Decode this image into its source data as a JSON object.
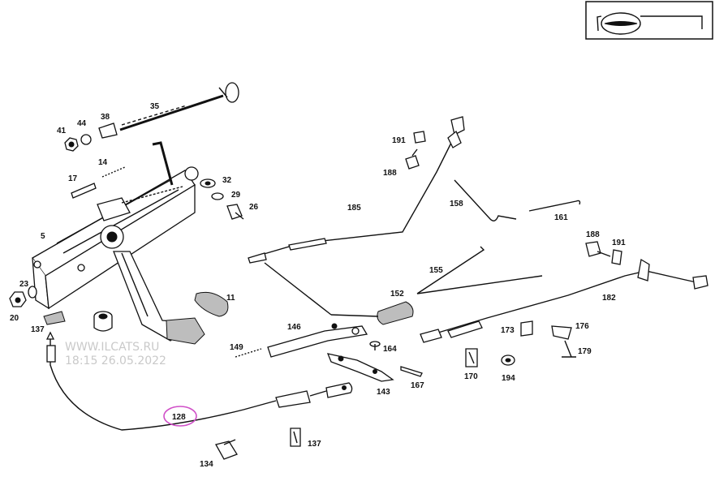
{
  "diagram": {
    "labels": [
      "41",
      "44",
      "38",
      "35",
      "14",
      "17",
      "32",
      "29",
      "26",
      "5",
      "23",
      "20",
      "137",
      "11",
      "149",
      "146",
      "164",
      "152",
      "143",
      "167",
      "128",
      "134",
      "137",
      "191",
      "188",
      "185",
      "158",
      "161",
      "155",
      "188",
      "191",
      "182",
      "173",
      "176",
      "179",
      "170",
      "194"
    ],
    "highlighted_label": "128",
    "highlight_color": "#d04fc8"
  },
  "watermark": {
    "site": "WWW.ILCATS.RU",
    "timestamp": "18:15 26.05.2022"
  },
  "icons": {
    "steering_wheel": "steering-wheel-icon"
  }
}
